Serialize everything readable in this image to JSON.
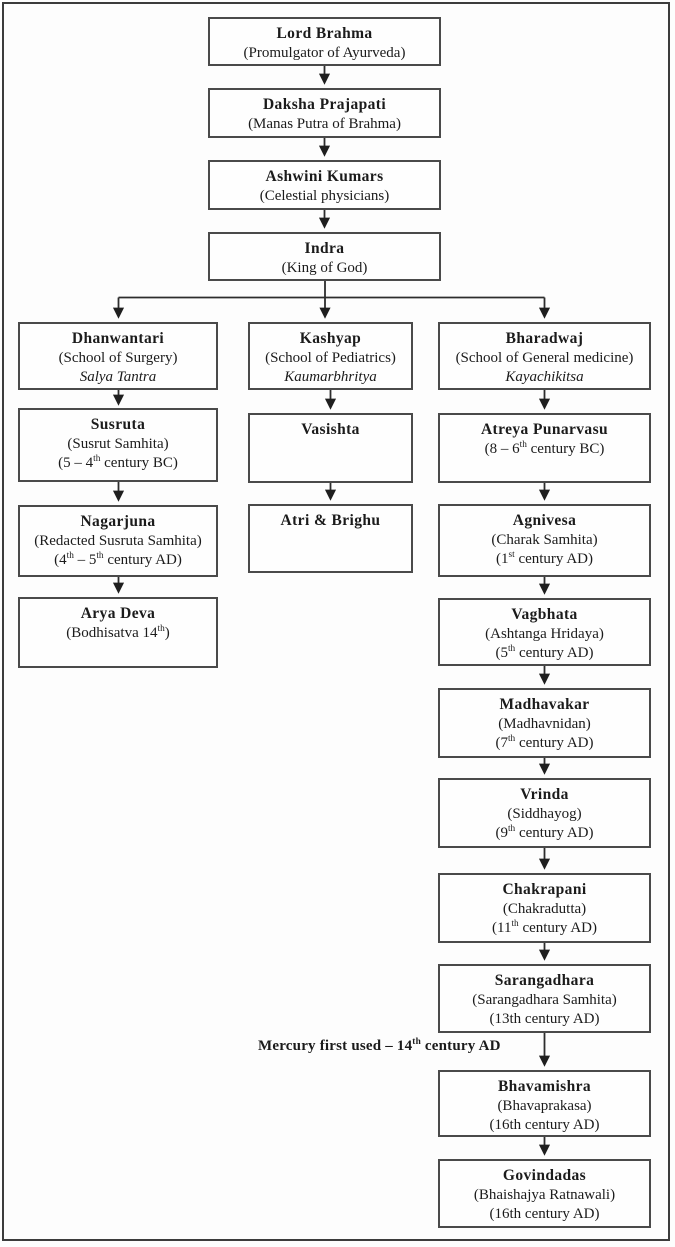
{
  "page": {
    "background_color": "#fdfdfd",
    "frame_border_color": "#3c3c3c",
    "box_border_color": "#4a4a4a",
    "line_color": "#2d2d2d",
    "text_color": "#1b1b1b"
  },
  "nodes": {
    "lord_brahma": {
      "title": "Lord Brahma",
      "lines": [
        [
          {
            "t": "(Promulgator of Ayurveda)"
          }
        ]
      ]
    },
    "daksha_prajapati": {
      "title": "Daksha Prajapati",
      "lines": [
        [
          {
            "t": "(Manas Putra of Brahma)"
          }
        ]
      ]
    },
    "ashwini_kumars": {
      "title": "Ashwini Kumars",
      "lines": [
        [
          {
            "t": "(Celestial physicians)"
          }
        ]
      ]
    },
    "indra": {
      "title": "Indra",
      "lines": [
        [
          {
            "t": "(King of God)"
          }
        ]
      ]
    },
    "dhanwantari": {
      "title": "Dhanwantari",
      "lines": [
        [
          {
            "t": "(School of Surgery)"
          }
        ],
        [
          {
            "t": "Salya Tantra"
          }
        ]
      ]
    },
    "susruta": {
      "title": "Susruta",
      "lines": [
        [
          {
            "t": "(Susrut Samhita)"
          }
        ],
        [
          {
            "t": "(5 – 4"
          },
          {
            "t": "th",
            "sup": true
          },
          {
            "t": " century BC)"
          }
        ]
      ]
    },
    "nagarjuna": {
      "title": "Nagarjuna",
      "lines": [
        [
          {
            "t": "(Redacted Susruta Samhita)"
          }
        ],
        [
          {
            "t": "(4"
          },
          {
            "t": "th",
            "sup": true
          },
          {
            "t": " – 5"
          },
          {
            "t": "th",
            "sup": true
          },
          {
            "t": " century AD)"
          }
        ]
      ]
    },
    "arya_deva": {
      "title": "Arya Deva",
      "lines": [
        [
          {
            "t": "(Bodhisatva 14"
          },
          {
            "t": "th",
            "sup": true
          },
          {
            "t": ")"
          }
        ]
      ]
    },
    "kashyap": {
      "title": "Kashyap",
      "lines": [
        [
          {
            "t": "(School of Pediatrics)"
          }
        ],
        [
          {
            "t": "Kaumarbhritya"
          }
        ]
      ]
    },
    "vasishta": {
      "title": "Vasishta",
      "lines": []
    },
    "atri_brighu": {
      "title": "Atri & Brighu",
      "lines": []
    },
    "bharadwaj": {
      "title": "Bharadwaj",
      "lines": [
        [
          {
            "t": "(School of General medicine)"
          }
        ],
        [
          {
            "t": "Kayachikitsa"
          }
        ]
      ]
    },
    "atreya_punarvasu": {
      "title": "Atreya Punarvasu",
      "lines": [
        [
          {
            "t": "(8 – 6"
          },
          {
            "t": "th",
            "sup": true
          },
          {
            "t": " century BC)"
          }
        ]
      ]
    },
    "agnivesa": {
      "title": "Agnivesa",
      "lines": [
        [
          {
            "t": "(Charak Samhita)"
          }
        ],
        [
          {
            "t": "(1"
          },
          {
            "t": "st",
            "sup": true
          },
          {
            "t": " century AD)"
          }
        ]
      ]
    },
    "vagbhata": {
      "title": "Vagbhata",
      "lines": [
        [
          {
            "t": "(Ashtanga Hridaya)"
          }
        ],
        [
          {
            "t": "(5"
          },
          {
            "t": "th",
            "sup": true
          },
          {
            "t": " century AD)"
          }
        ]
      ]
    },
    "madhavakar": {
      "title": "Madhavakar",
      "lines": [
        [
          {
            "t": "(Madhavnidan)"
          }
        ],
        [
          {
            "t": "(7"
          },
          {
            "t": "th",
            "sup": true
          },
          {
            "t": " century AD)"
          }
        ]
      ]
    },
    "vrinda": {
      "title": "Vrinda",
      "lines": [
        [
          {
            "t": "(Siddhayog)"
          }
        ],
        [
          {
            "t": "(9"
          },
          {
            "t": "th",
            "sup": true
          },
          {
            "t": " century AD)"
          }
        ]
      ]
    },
    "chakrapani": {
      "title": "Chakrapani",
      "lines": [
        [
          {
            "t": "(Chakradutta)"
          }
        ],
        [
          {
            "t": "(11"
          },
          {
            "t": "th",
            "sup": true
          },
          {
            "t": " century AD)"
          }
        ]
      ]
    },
    "sarangadhara": {
      "title": "Sarangadhara",
      "lines": [
        [
          {
            "t": "(Sarangadhara Samhita)"
          }
        ],
        [
          {
            "t": "(13th century AD)"
          }
        ]
      ]
    },
    "bhavamishra": {
      "title": "Bhavamishra",
      "lines": [
        [
          {
            "t": "(Bhavaprakasa)"
          }
        ],
        [
          {
            "t": "(16th century AD)"
          }
        ]
      ]
    },
    "govindadas": {
      "title": "Govindadas",
      "lines": [
        [
          {
            "t": "(Bhaishajya Ratnawali)"
          }
        ],
        [
          {
            "t": "(16th century AD)"
          }
        ]
      ]
    }
  },
  "annotation": {
    "segments": [
      {
        "t": "Mercury first used – 14"
      },
      {
        "t": "th",
        "sup": true
      },
      {
        "t": " century AD"
      }
    ]
  }
}
